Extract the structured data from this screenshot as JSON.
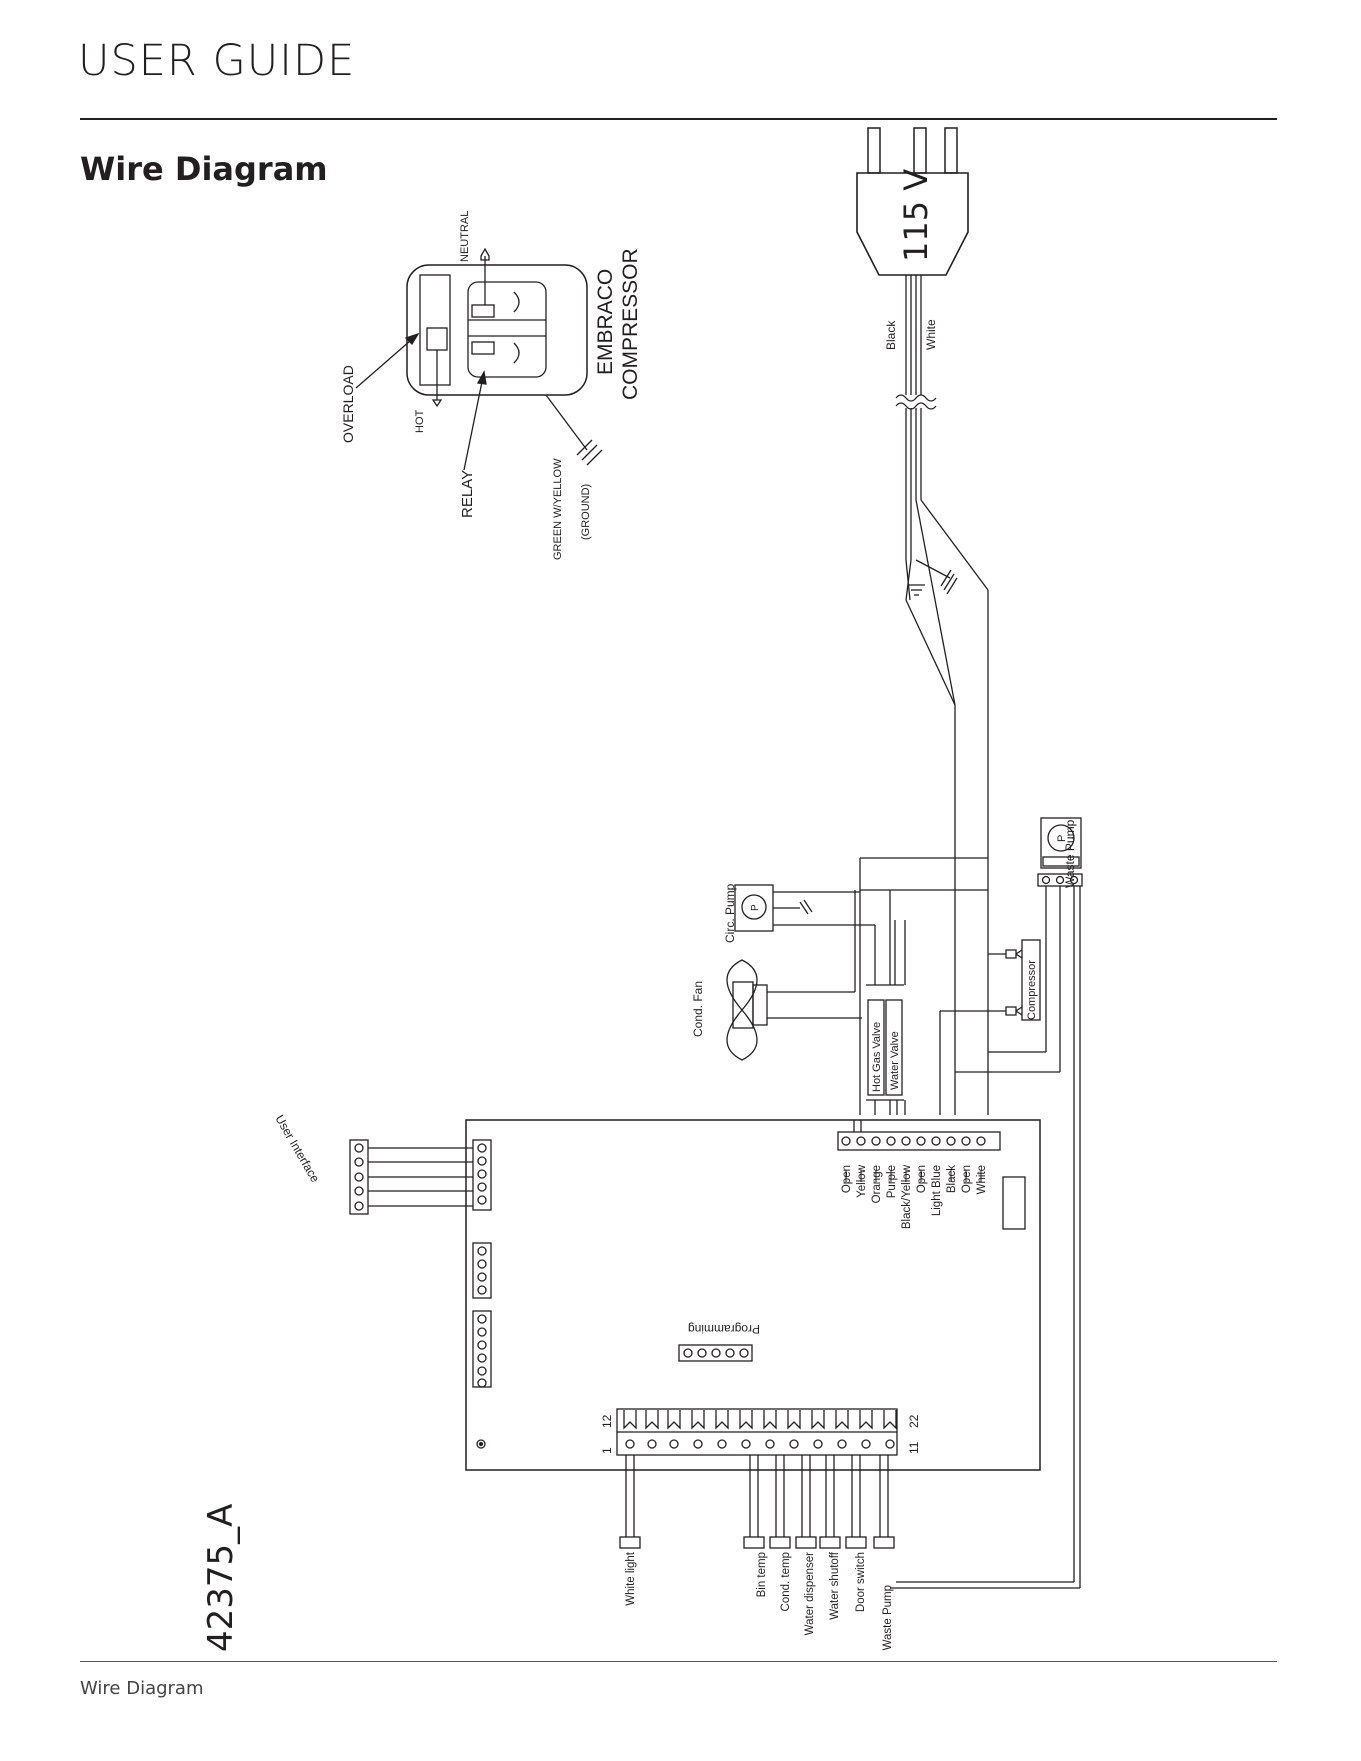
{
  "header": {
    "title": "USER GUIDE"
  },
  "section": {
    "title": "Wire Diagram"
  },
  "footer": {
    "label": "Wire Diagram"
  },
  "diagram": {
    "voltage": "115 V",
    "power_wires": [
      "Black",
      "White"
    ],
    "compressor": {
      "title_line1": "EMBRACO",
      "title_line2": "COMPRESSOR",
      "neutral": "NEUTRAL",
      "hot": "HOT",
      "overload": "OVERLOAD",
      "relay": "RELAY",
      "ground_line1": "GREEN W/YELLOW",
      "ground_line2": "(GROUND)"
    },
    "components": {
      "waste_pump": "Waste Pump",
      "circ_pump": "Circ. Pump",
      "cond_fan": "Cond. Fan",
      "compressor": "Compressor",
      "hot_gas_valve": "Hot Gas Valve",
      "water_valve": "Water Valve",
      "pump_symbol": "P",
      "user_interface": "User Interface",
      "programming": "Programming"
    },
    "board_wire_labels": [
      "Open",
      "Yellow",
      "Orange",
      "Purple",
      "Black/Yellow",
      "Open",
      "Light Blue",
      "Black",
      "Open",
      "White"
    ],
    "terminal_numbers": {
      "top_left": "12",
      "bottom_left": "1",
      "top_right": "22",
      "bottom_right": "11"
    },
    "sensor_labels": [
      "White light",
      "Bin temp",
      "Cond. temp",
      "Water dispenser",
      "Water shutoff",
      "Door switch",
      "Waste Pump"
    ],
    "part_number": "42375_A"
  }
}
